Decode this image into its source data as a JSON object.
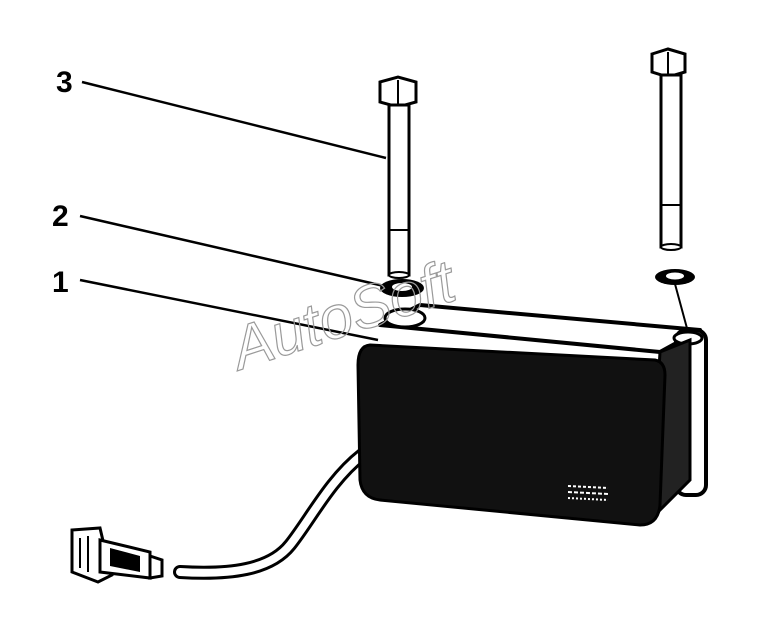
{
  "callouts": [
    {
      "number": "1",
      "part": "module"
    },
    {
      "number": "2",
      "part": "washer"
    },
    {
      "number": "3",
      "part": "bolt"
    }
  ],
  "watermark": "AutoSoft",
  "colors": {
    "ink": "#000000",
    "body": "#111111",
    "paper": "#ffffff",
    "watermark": "#9a9a9a"
  }
}
